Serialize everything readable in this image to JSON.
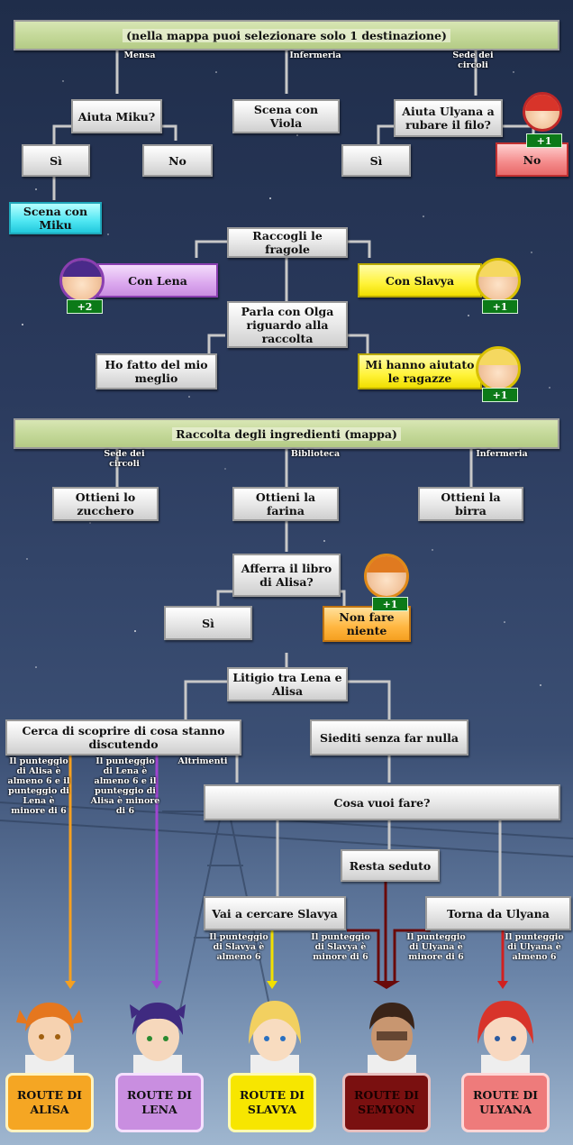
{
  "top_map": {
    "label": "(nella mappa puoi selezionare solo 1 destinazione)"
  },
  "top_map_options": [
    "Mensa",
    "Infermeria",
    "Sede dei circoli"
  ],
  "miku_question": "Aiuta Miku?",
  "miku_yes": "Sì",
  "miku_no": "No",
  "miku_scene": "Scena con Miku",
  "viola_scene": "Scena con Viola",
  "ulyana_question": "Aiuta Ulyana a rubare il filo?",
  "ulyana_yes": "Sì",
  "ulyana_no": "No",
  "ulyana_no_points": "+1",
  "strawberries": "Raccogli le fragole",
  "with_lena": "Con Lena",
  "with_lena_points": "+2",
  "with_slavya": "Con Slavya",
  "with_slavya_points": "+1",
  "olga_talk": "Parla con Olga riguardo alla raccolta",
  "did_best": "Ho fatto del mio meglio",
  "girls_helped": "Mi hanno aiutato le ragazze",
  "girls_helped_points": "+1",
  "ingredients_map": {
    "label": "Raccolta degli ingredienti (mappa)"
  },
  "ingredients_options": [
    "Sede dei circoli",
    "Biblioteca",
    "Infermeria"
  ],
  "sugar": "Ottieni lo zucchero",
  "flour": "Ottieni la farina",
  "beer": "Ottieni la birra",
  "alisa_book": "Afferra il libro di Alisa?",
  "book_yes": "Sì",
  "book_nothing": "Non fare niente",
  "book_nothing_points": "+1",
  "quarrel": "Litigio tra Lena e Alisa",
  "find_out": "Cerca di scoprire di cosa stanno discutendo",
  "sit_idle": "Siediti senza far nulla",
  "cond_alisa": "Il punteggio di Alisa è almeno 6 e il punteggio di Lena è minore di 6",
  "cond_lena": "Il punteggio di Lena è almeno 6 e il punteggio di Alisa è minore di 6",
  "cond_else": "Altrimenti",
  "what_do": "Cosa vuoi fare?",
  "stay_seated": "Resta seduto",
  "find_slavya": "Vai a cercare Slavya",
  "back_ulyana": "Torna da Ulyana",
  "cond_slavya_yes": "Il punteggio di Slavya è almeno 6",
  "cond_slavya_no": "Il punteggio di Slavya è minore di 6",
  "cond_ulyana_no": "Il punteggio di Ulyana è minore di 6",
  "cond_ulyana_yes": "Il punteggio di Ulyana è almeno 6",
  "routes": [
    {
      "label": "ROUTE DI ALISA",
      "color": "#f5a623"
    },
    {
      "label": "ROUTE DI LENA",
      "color": "#c98ee0"
    },
    {
      "label": "ROUTE DI SLAVYA",
      "color": "#f7e600"
    },
    {
      "label": "ROUTE DI SEMYON",
      "color": "#7a1010"
    },
    {
      "label": "ROUTE DI ULYANA",
      "color": "#ee7b7b"
    }
  ]
}
